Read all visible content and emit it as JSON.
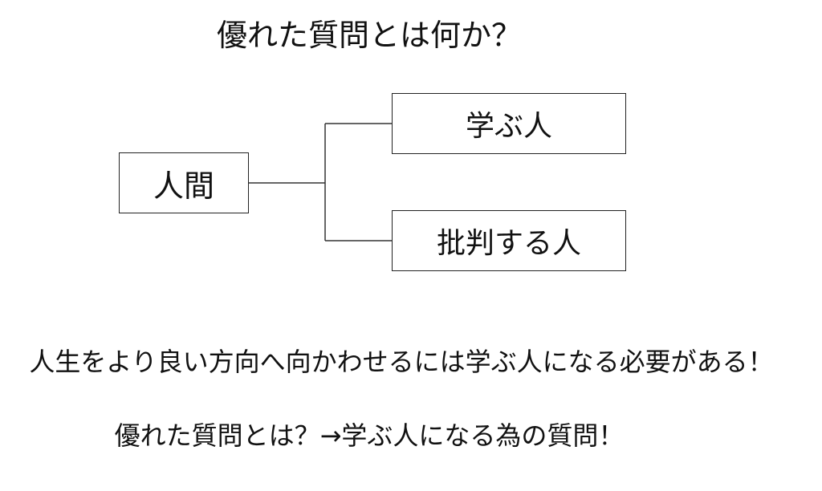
{
  "title": "優れた質問とは何か？",
  "diagram": {
    "root": "人間",
    "branches": [
      "学ぶ人",
      "批判する人"
    ],
    "line_color": "#333333"
  },
  "statements": [
    "人生をより良い方向へ向かわせるには学ぶ人になる必要がある！",
    "優れた質問とは？→学ぶ人になる為の質問！"
  ]
}
